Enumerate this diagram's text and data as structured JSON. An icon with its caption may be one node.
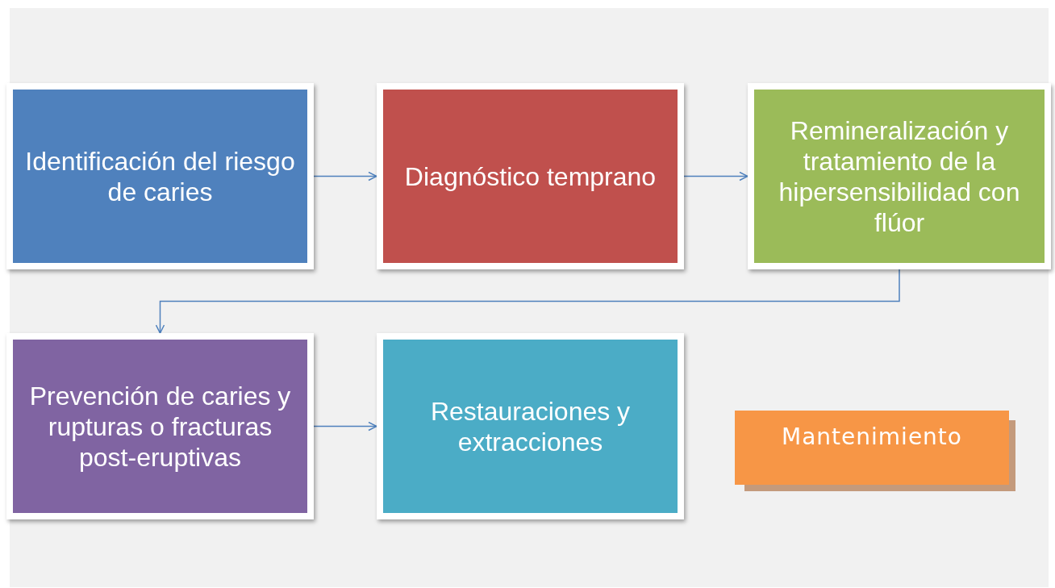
{
  "diagram": {
    "nodes": [
      {
        "text": [
          "Identificación del riesgo de caries"
        ]
      },
      {
        "text": [
          "Diagnóstico temprano"
        ]
      },
      {
        "text": [
          "Remineralización y tratamiento de la hipersensibilidad con flúor"
        ]
      },
      {
        "text": [
          "Prevención de caries y rupturas o fracturas post-eruptivas"
        ]
      },
      {
        "text": [
          "Restauraciones y extracciones"
        ]
      },
      {
        "text": [
          "Mantenimiento"
        ]
      }
    ],
    "edges": [
      {
        "from": 0,
        "to": 1,
        "arrow": "to"
      },
      {
        "from": 1,
        "to": 2,
        "arrow": "to"
      },
      {
        "from": 2,
        "to": 3,
        "arrow": "to"
      },
      {
        "from": 3,
        "to": 4,
        "arrow": "to"
      }
    ]
  }
}
